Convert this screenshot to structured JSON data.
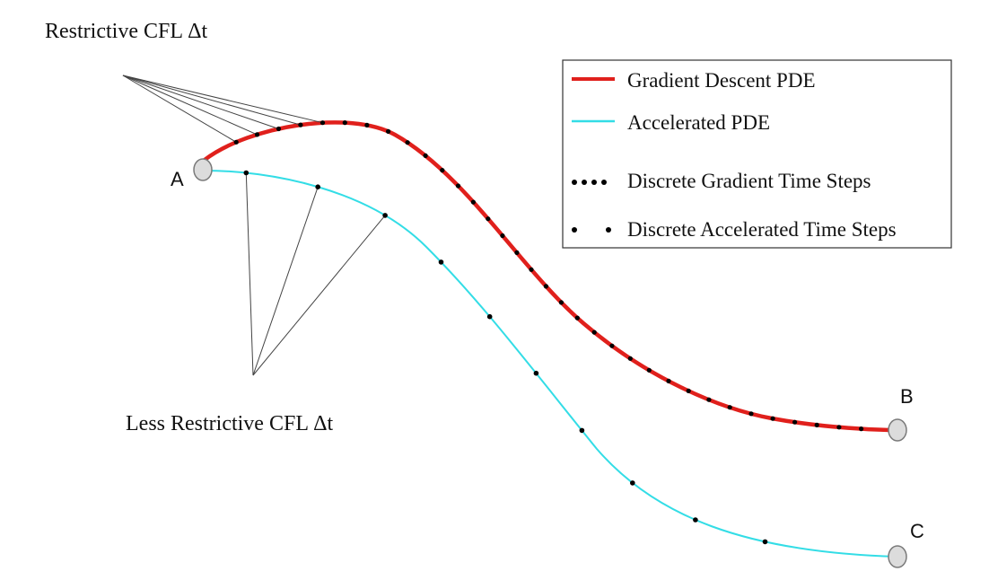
{
  "annotations": {
    "top": "Restrictive CFL Δt",
    "bottom": "Less Restrictive CFL Δt"
  },
  "points": {
    "a": "A",
    "b": "B",
    "c": "C"
  },
  "legend": {
    "items": [
      {
        "label": "Gradient Descent PDE",
        "kind": "line",
        "color": "#e0201c"
      },
      {
        "label": "Accelerated PDE",
        "kind": "line",
        "color": "#33dde6"
      },
      {
        "label": "Discrete Gradient Time Steps",
        "kind": "dense-dots",
        "color": "#000000"
      },
      {
        "label": "Discrete Accelerated Time Steps",
        "kind": "sparse-dots",
        "color": "#000000"
      }
    ]
  },
  "colors": {
    "gradient_curve": "#e0201c",
    "accelerated_curve": "#33dde6",
    "endpoint_fill": "#dcdcdc",
    "endpoint_stroke": "#7a7a7a",
    "steps": "#000000"
  }
}
